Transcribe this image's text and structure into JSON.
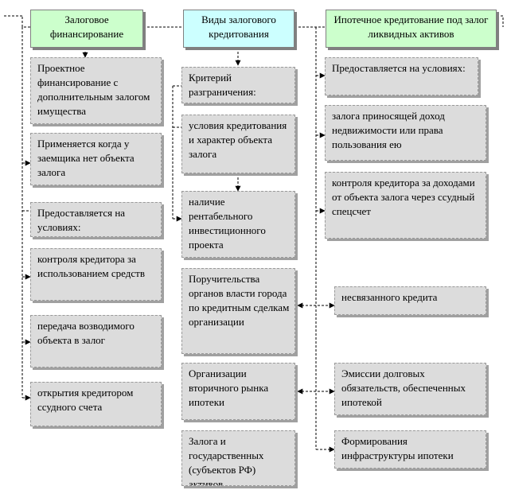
{
  "columns": {
    "left": {
      "header": "Залоговое финансирование",
      "items": [
        "Проектное финансирование с дополнительным залогом имущества",
        "Применяется когда у заемщика нет объекта залога",
        "Предоставляется на условиях:",
        "контроля кредитора за использованием средств",
        "передача возводимого объекта в залог",
        "открытия кредитором ссудного счета"
      ]
    },
    "center": {
      "header": "Виды залогового кредитования",
      "items": [
        "Критерий разграничения:",
        "условия кредитования и характер объекта залога",
        "наличие рентабельного инвестиционного проекта",
        "Поручительства органов власти города по кредитным сделкам организации",
        "Организации вторичного рынка ипотеки",
        "Залога и государственных (субъектов РФ) активов"
      ]
    },
    "right": {
      "header": "Ипотечное кредитование под залог ликвидных активов",
      "items": [
        "Предоставляется на условиях:",
        "залога приносящей доход недвижимости или права пользования ею",
        "контроля кредитора за доходами от объекта залога через ссудный спецсчет",
        "несвязанного кредита",
        "Эмиссии долговых обязательств, обеспеченных ипотекой",
        "Формирования инфраструктуры ипотеки"
      ]
    }
  },
  "colors": {
    "header_green": "#ccffcc",
    "header_cyan": "#ccffff",
    "node_fill": "#dcdcdc",
    "connector": "#000000"
  }
}
